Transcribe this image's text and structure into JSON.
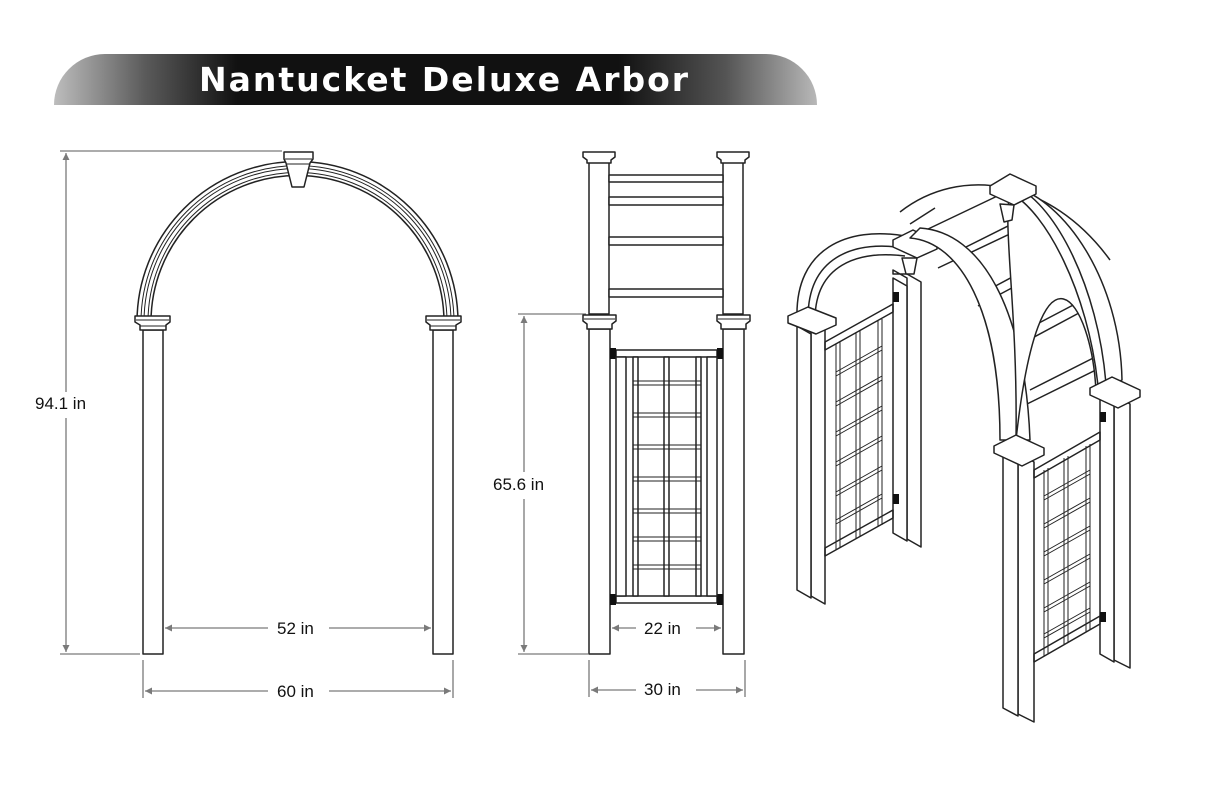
{
  "title": "Nantucket Deluxe Arbor",
  "colors": {
    "banner_dark": "#111111",
    "banner_light": "#bdbdbd",
    "line": "#222222",
    "dimension": "#7a7a7a"
  },
  "dimensions": {
    "total_height": "94.1 in",
    "side_height": "65.6 in",
    "inner_width": "52 in",
    "outer_width": "60 in",
    "inner_depth": "22 in",
    "outer_depth": "30 in"
  }
}
